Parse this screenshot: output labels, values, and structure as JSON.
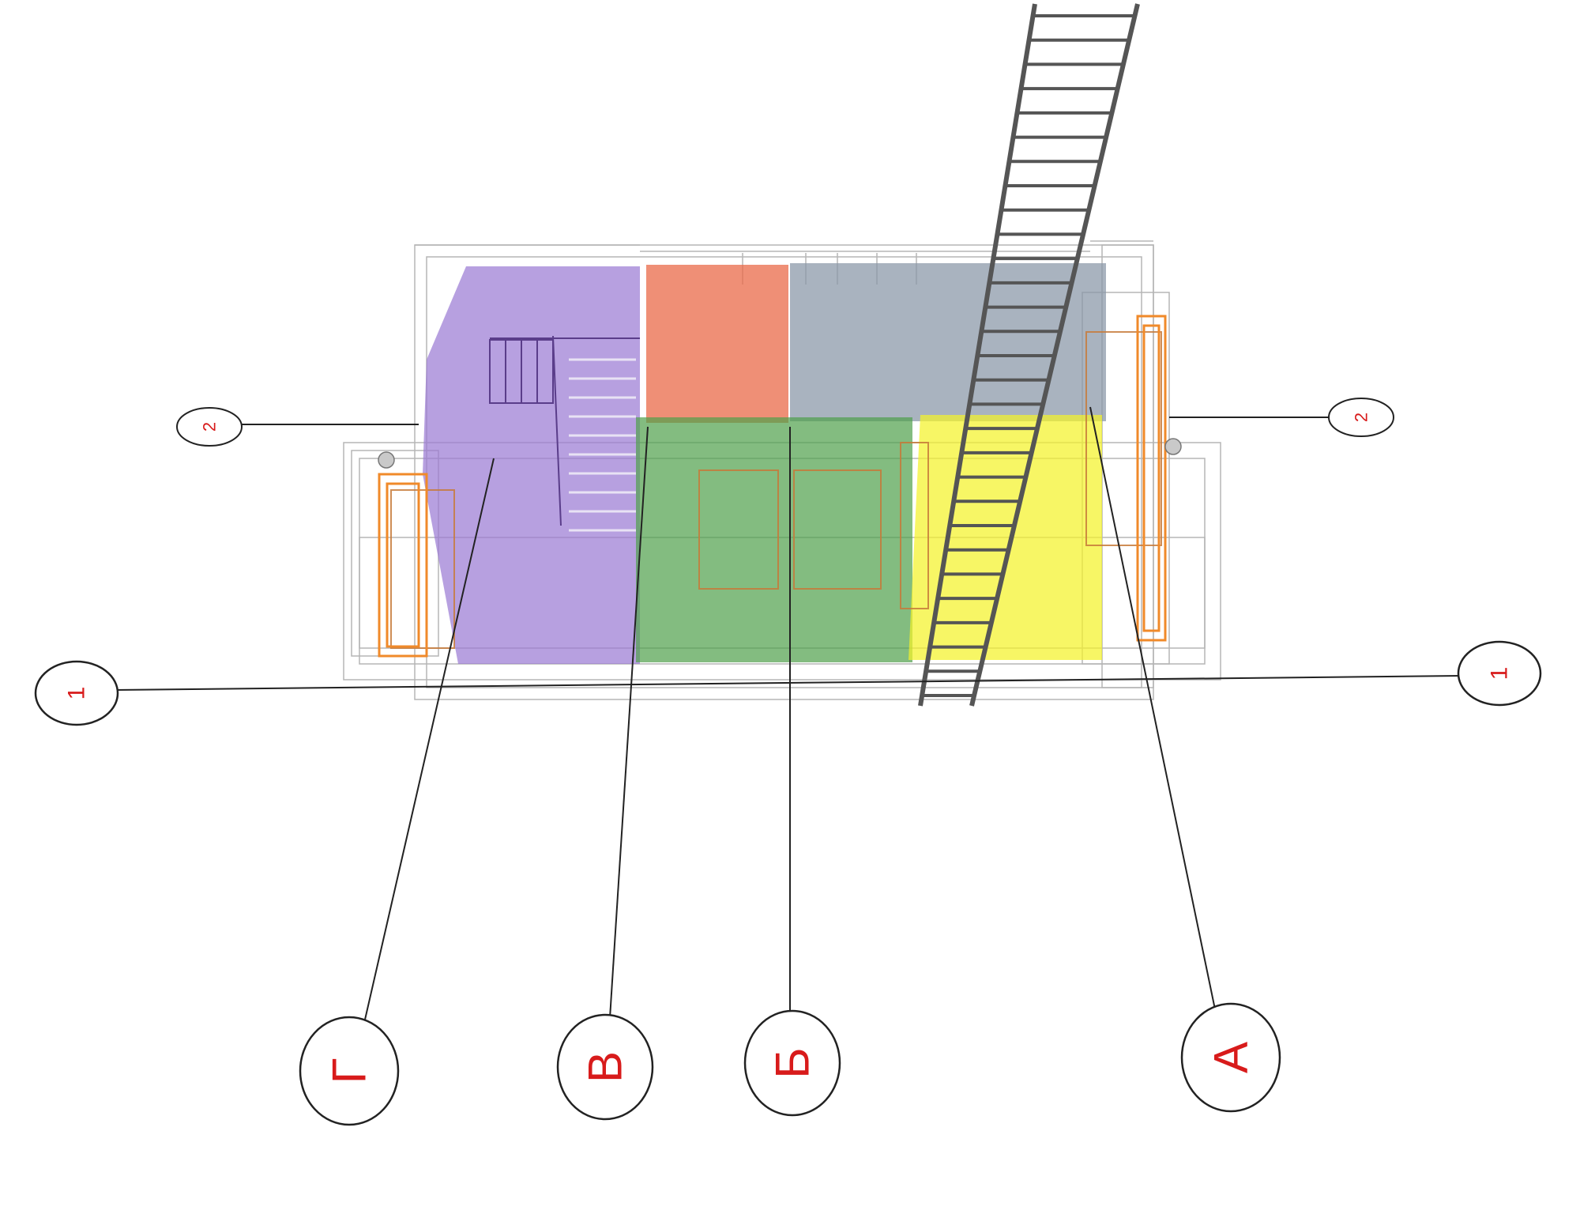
{
  "diagram": {
    "axes_letters": [
      {
        "id": "G",
        "label": "Г"
      },
      {
        "id": "V",
        "label": "В"
      },
      {
        "id": "B",
        "label": "Б"
      },
      {
        "id": "A",
        "label": "А"
      }
    ],
    "axes_numbers": [
      {
        "id": "1-left",
        "label": "1"
      },
      {
        "id": "1-right",
        "label": "1"
      },
      {
        "id": "2-left",
        "label": "2"
      },
      {
        "id": "2-right",
        "label": "2"
      }
    ],
    "zones": [
      {
        "id": "stair",
        "name": "purple-zone",
        "color": "#9b7bd4"
      },
      {
        "id": "wc",
        "name": "orange-zone",
        "color": "#ea6a48"
      },
      {
        "id": "back",
        "name": "gray-zone",
        "color": "#8895a6"
      },
      {
        "id": "corridor",
        "name": "green-zone",
        "color": "#4f9f4a"
      },
      {
        "id": "front",
        "name": "yellow-zone",
        "color": "#f4f22a"
      }
    ],
    "label_color": "#d81b1b"
  }
}
